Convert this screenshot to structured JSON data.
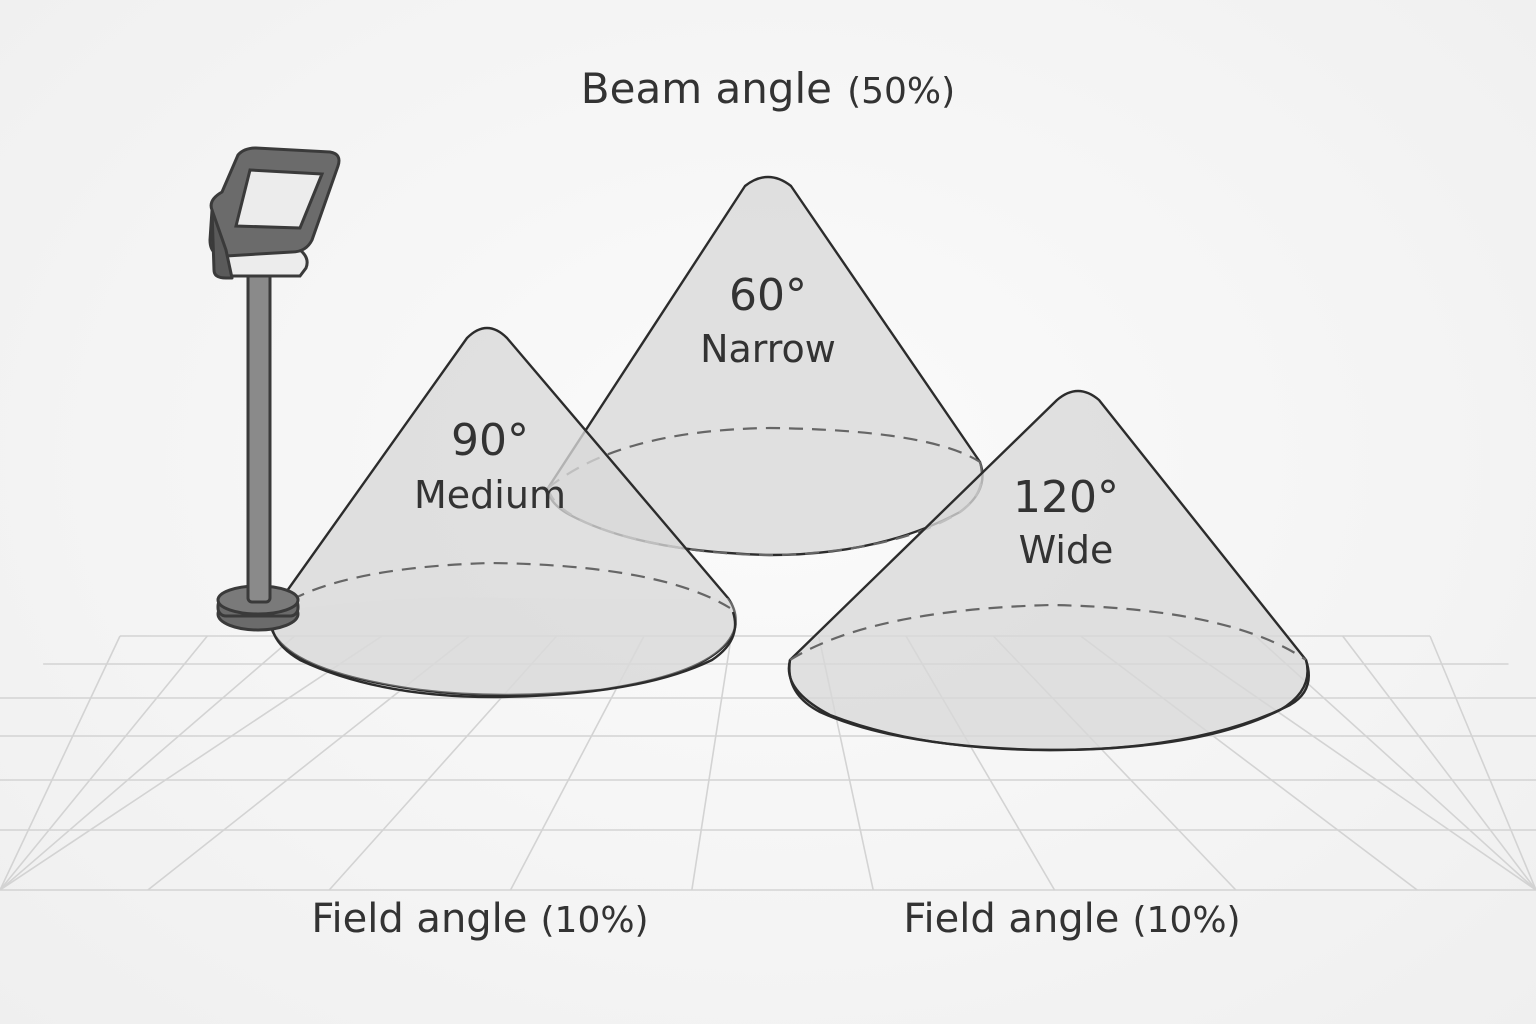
{
  "title": {
    "main": "Beam angle",
    "pct": "(50%)"
  },
  "cones": {
    "narrow": {
      "angle": "60°",
      "name": "Narrow"
    },
    "medium": {
      "angle": "90°",
      "name": "Medium"
    },
    "wide": {
      "angle": "120°",
      "name": "Wide"
    }
  },
  "field_labels": {
    "left": {
      "main": "Field angle",
      "pct": "(10%)"
    },
    "right": {
      "main": "Field angle",
      "pct": "(10%)"
    }
  },
  "colors": {
    "background": "#f6f6f6",
    "cone_fill": "#d9d9d9",
    "outline": "#2c2c2c",
    "fixture": "#6b6b6b"
  },
  "icons": {
    "fixture": "floodlight-on-pole-icon"
  }
}
